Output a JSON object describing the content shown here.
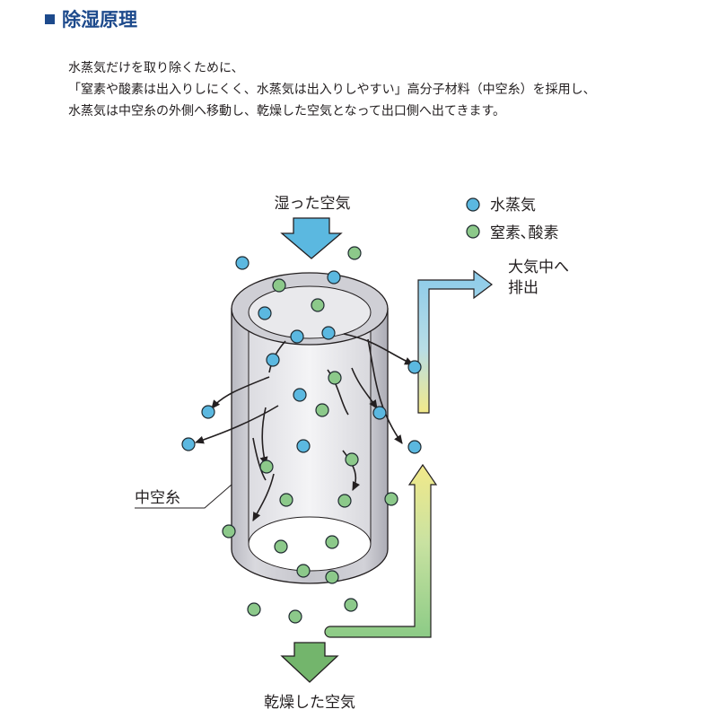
{
  "heading": "除湿原理",
  "intro": {
    "line1": "水蒸気だけを取り除くために、",
    "line2": "「窒素や酸素は出入りしにくく、水蒸気は出入りしやすい」高分子材料（中空糸）を採用し、",
    "line3": "水蒸気は中空糸の外側へ移動し、乾燥した空気となって出口側へ出てきます。"
  },
  "labels": {
    "inlet": "湿った空気",
    "outlet": "乾燥した空気",
    "exhaust_line1": "大気中へ",
    "exhaust_line2": "排出",
    "fiber": "中空糸"
  },
  "legend": {
    "water": "水蒸気",
    "gas": "窒素､酸素"
  },
  "colors": {
    "heading": "#1d4a8c",
    "water_dot": "#5bb8e0",
    "gas_dot": "#8cc98a",
    "dot_stroke": "#1f2a30",
    "inlet_arrow": "#5bb8e0",
    "outlet_arrow": "#73b56c",
    "cylinder": "#c9c9cf"
  }
}
